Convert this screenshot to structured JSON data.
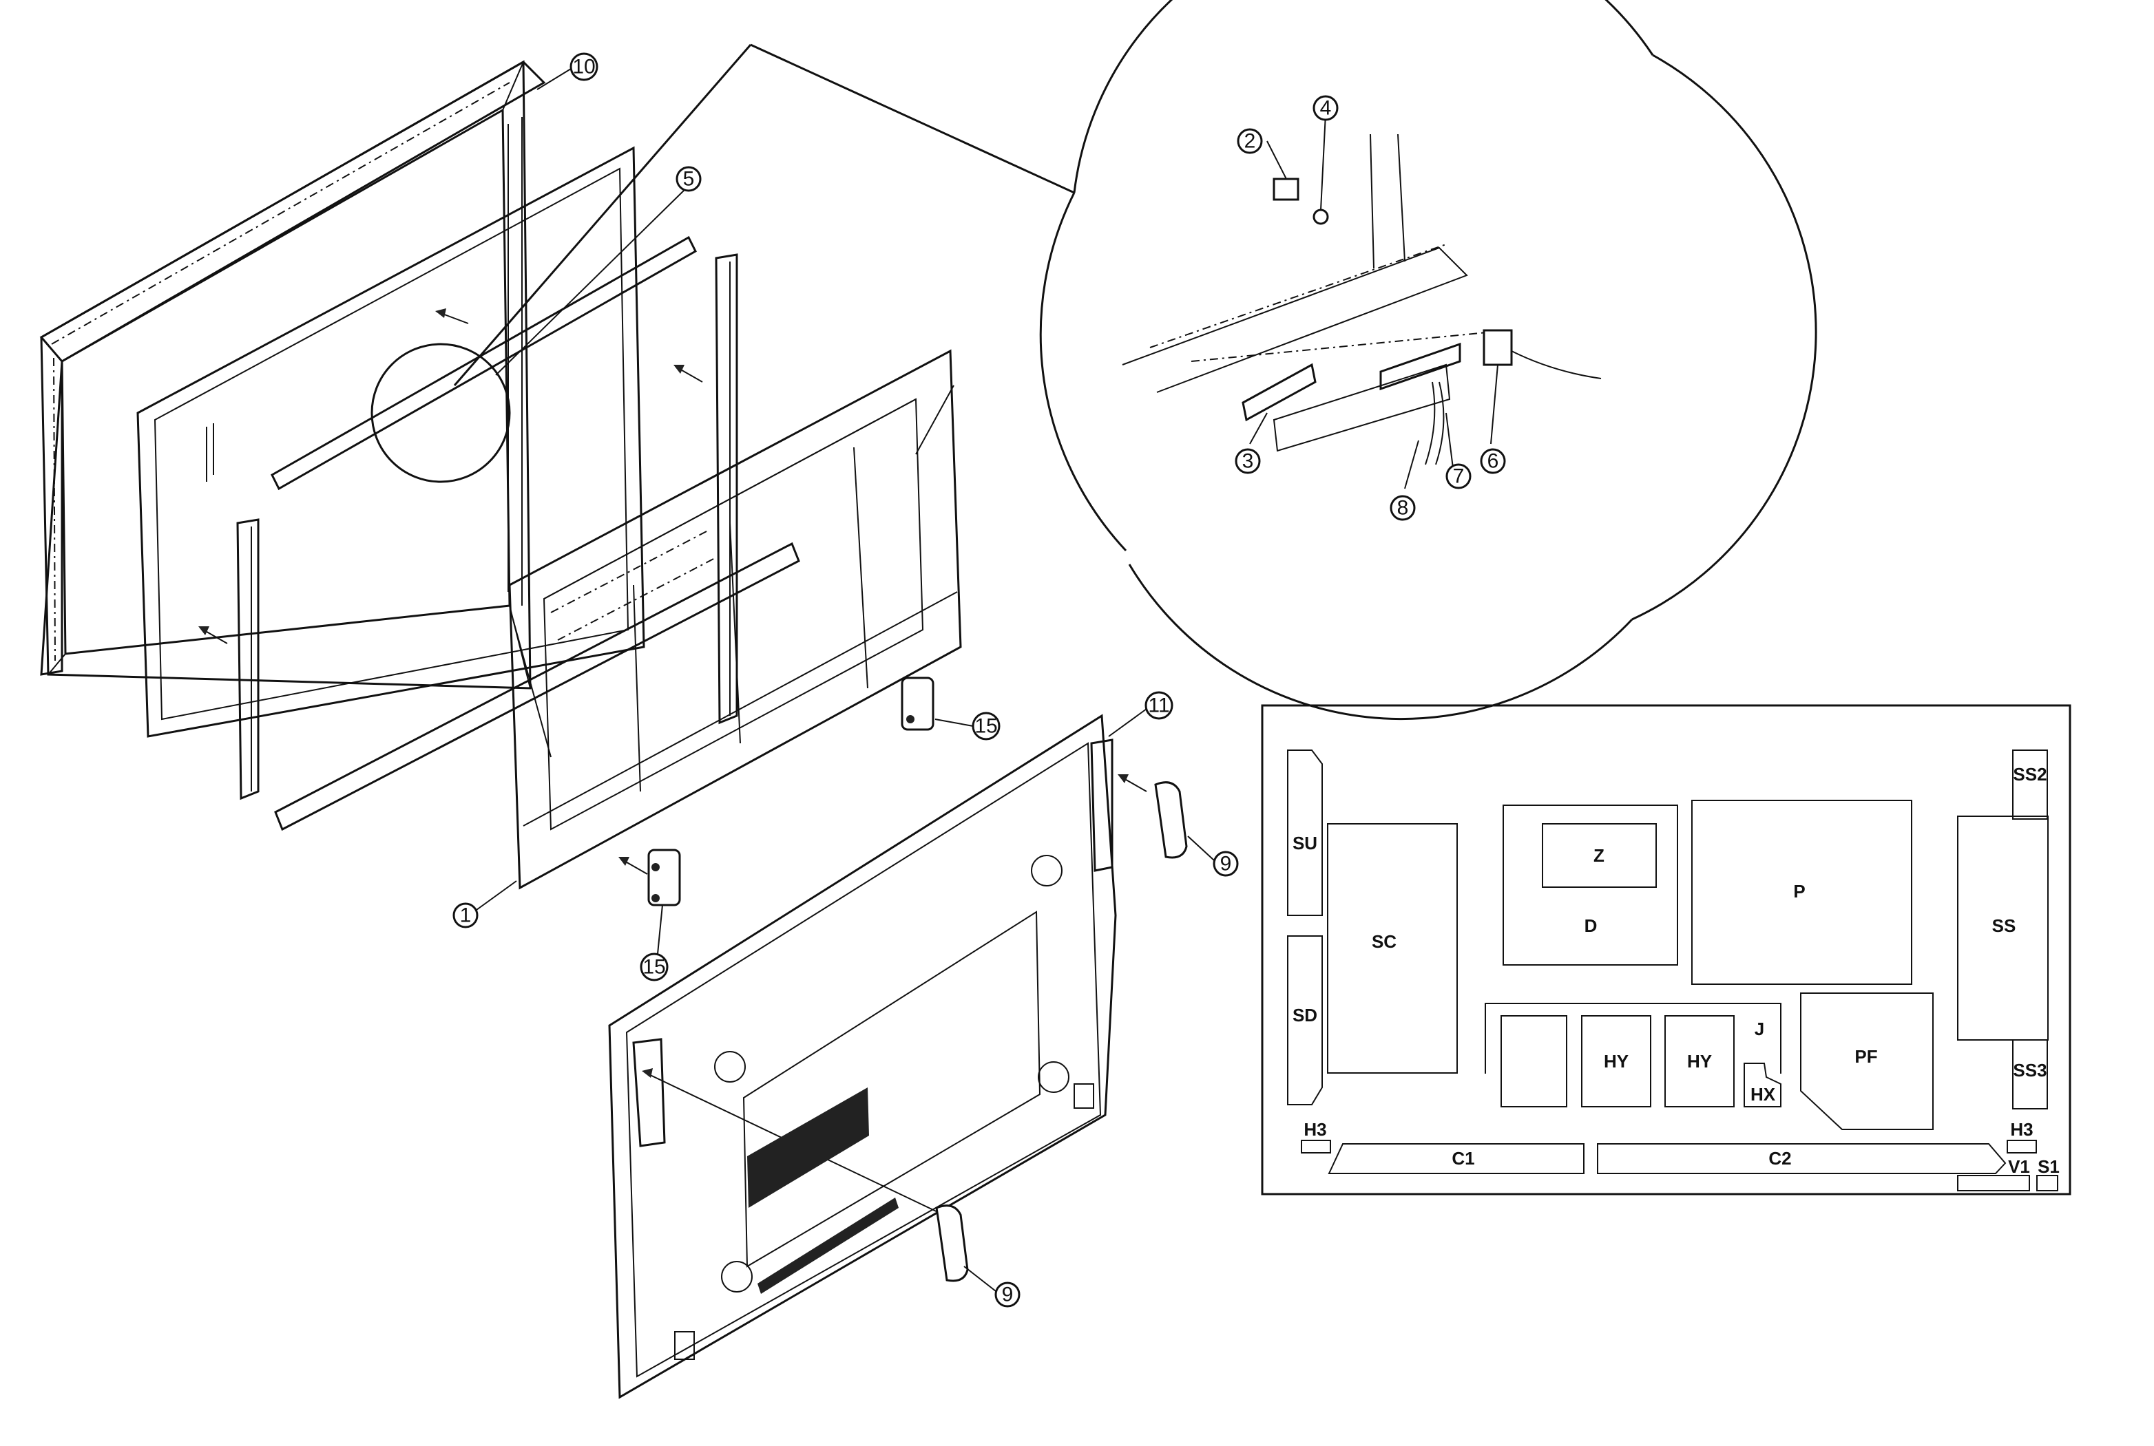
{
  "callouts": {
    "c1": "1",
    "c2": "2",
    "c3": "3",
    "c4": "4",
    "c5": "5",
    "c6": "6",
    "c7": "7",
    "c8": "8",
    "c9a": "9",
    "c9b": "9",
    "c10": "10",
    "c11": "11",
    "c15a": "15",
    "c15b": "15"
  },
  "board": {
    "SU": "SU",
    "SD": "SD",
    "SC": "SC",
    "Z": "Z",
    "D": "D",
    "P": "P",
    "SS": "SS",
    "SS2": "SS2",
    "SS3": "SS3",
    "HY1": "HY",
    "HY2": "HY",
    "J": "J",
    "HX": "HX",
    "PF": "PF",
    "H3_left": "H3",
    "H3_right": "H3",
    "C1": "C1",
    "C2": "C2",
    "V1": "V1",
    "S1": "S1"
  }
}
